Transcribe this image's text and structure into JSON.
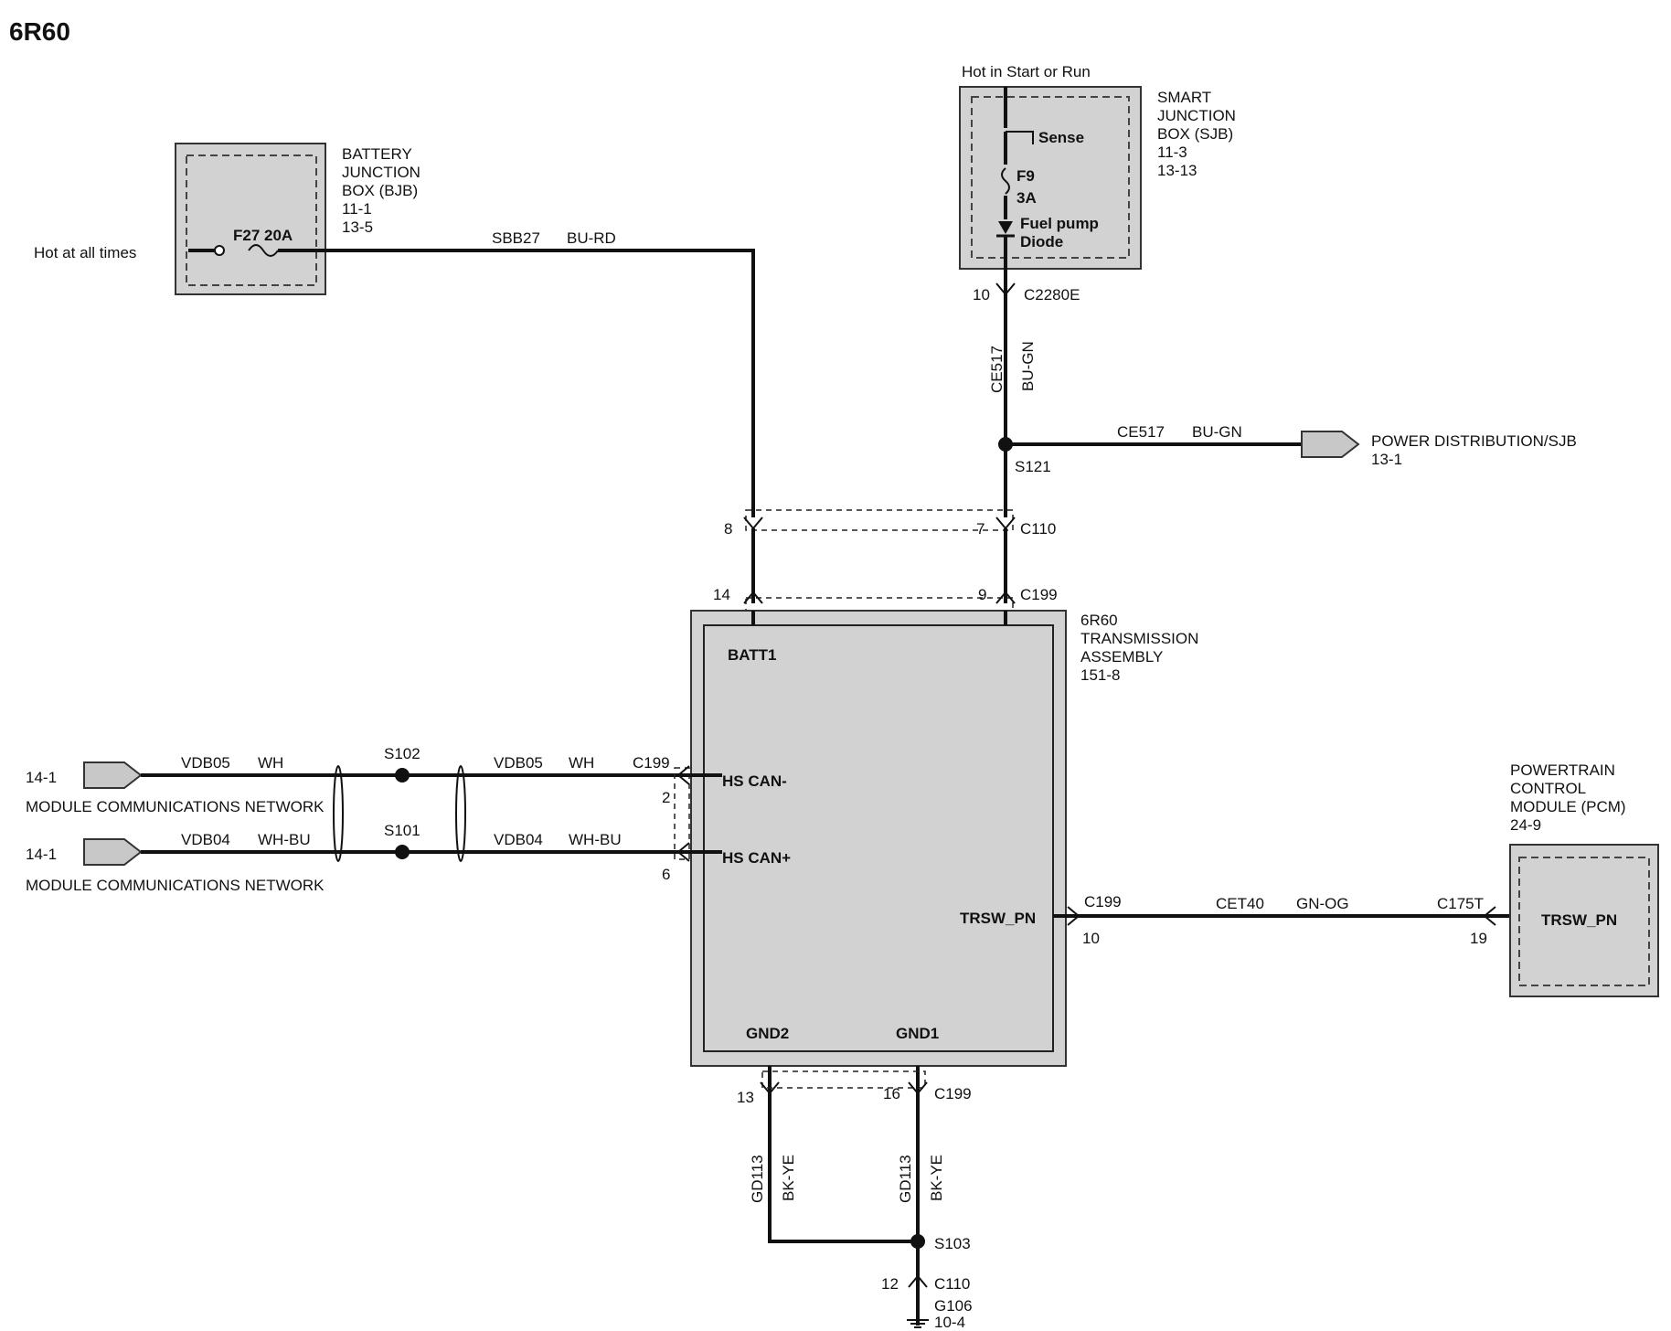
{
  "title": "6R60",
  "battery_junction_box": {
    "name_lines": [
      "BATTERY",
      "JUNCTION",
      "BOX (BJB)",
      "11-1",
      "13-5"
    ],
    "fuse": "F27 20A",
    "hot_label": "Hot at all times"
  },
  "smart_junction_box": {
    "hot_label": "Hot in Start or Run",
    "name_lines": [
      "SMART",
      "JUNCTION",
      "BOX (SJB)",
      "11-3",
      "13-13"
    ],
    "sense": "Sense",
    "fuse_name": "F9",
    "fuse_rating": "3A",
    "diode_lines": [
      "Fuel pump",
      "Diode"
    ],
    "pin": "10",
    "connector": "C2280E"
  },
  "circuits": {
    "sbb27": {
      "id": "SBB27",
      "color": "BU-RD"
    },
    "ce517_vertical": {
      "id": "CE517",
      "color": "BU-GN"
    },
    "ce517_horizontal": {
      "id": "CE517",
      "color": "BU-GN"
    },
    "vdb05_left": {
      "id": "VDB05",
      "color": "WH"
    },
    "vdb05_right": {
      "id": "VDB05",
      "color": "WH"
    },
    "vdb04_left": {
      "id": "VDB04",
      "color": "WH-BU"
    },
    "vdb04_right": {
      "id": "VDB04",
      "color": "WH-BU"
    },
    "cet40": {
      "id": "CET40",
      "color": "GN-OG"
    },
    "gd113_left": {
      "id": "GD113",
      "color": "BK-YE"
    },
    "gd113_right": {
      "id": "GD113",
      "color": "BK-YE"
    }
  },
  "splices": {
    "s121": "S121",
    "s102": "S102",
    "s101": "S101",
    "s103": "S103"
  },
  "power_distribution": {
    "name": "POWER DISTRIBUTION/SJB",
    "ref": "13-1"
  },
  "c110_top": {
    "connector": "C110",
    "pin_left": "8",
    "pin_right": "7"
  },
  "c199_top": {
    "connector": "C199",
    "pin_left": "14",
    "pin_right": "9"
  },
  "transmission": {
    "name_lines": [
      "6R60",
      "TRANSMISSION",
      "ASSEMBLY",
      "151-8"
    ],
    "batt": "BATT1",
    "hs_can_minus": "HS CAN-",
    "hs_can_plus": "HS CAN+",
    "trsw": "TRSW_PN",
    "gnd2": "GND2",
    "gnd1": "GND1"
  },
  "can_side": {
    "connector": "C199",
    "pin_minus": "2",
    "pin_plus": "6",
    "ref1": "14-1",
    "ref2": "14-1",
    "network1": "MODULE COMMUNICATIONS NETWORK",
    "network2": "MODULE COMMUNICATIONS NETWORK"
  },
  "trsw_side": {
    "connector": "C199",
    "pin": "10"
  },
  "pcm": {
    "name_lines": [
      "POWERTRAIN",
      "CONTROL",
      "MODULE (PCM)",
      "24-9"
    ],
    "connector": "C175T",
    "pin": "19",
    "pin_label": "TRSW_PN"
  },
  "ground": {
    "c199_pin_left": "13",
    "c199_pin_right": "16",
    "c199": "C199",
    "c110_pin": "12",
    "c110": "C110",
    "g106": "G106",
    "g106_ref": "10-4"
  }
}
